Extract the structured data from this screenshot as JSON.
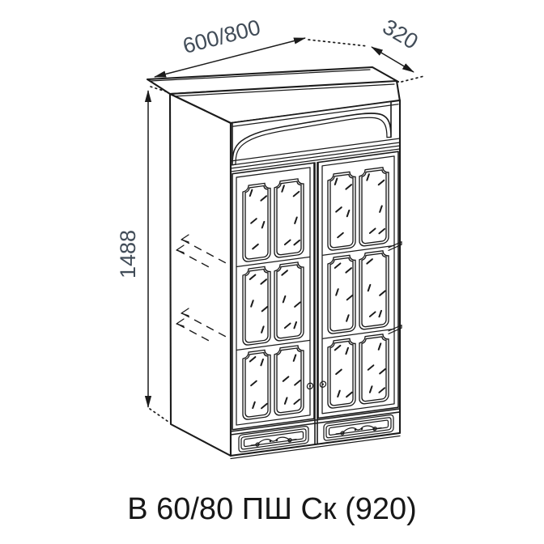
{
  "drawing": {
    "caption": "В 60/80 ПШ Ск (920)",
    "dimensions": {
      "width": "600/800",
      "depth": "320",
      "height": "1488"
    },
    "colors": {
      "line": "#1b1b1b",
      "dimension_text": "#414c58",
      "caption_text": "#171717",
      "background": "#ffffff"
    }
  }
}
